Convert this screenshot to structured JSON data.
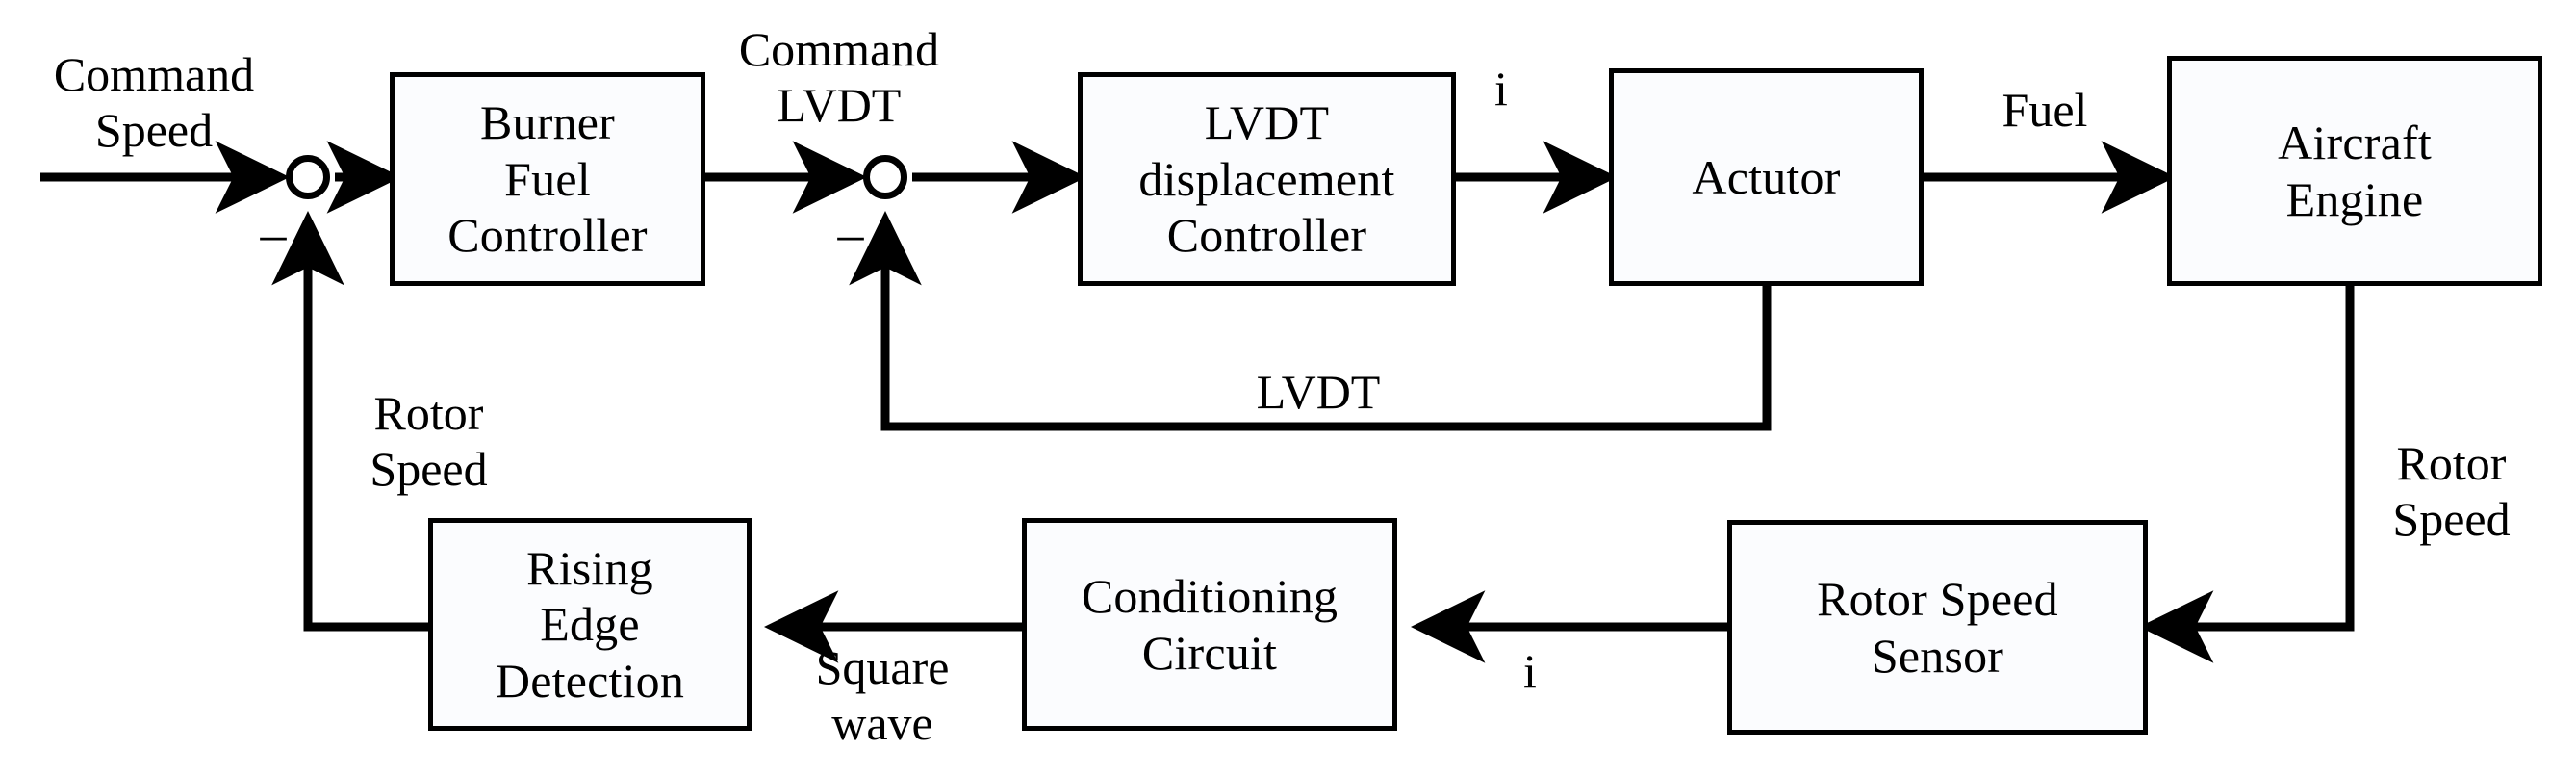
{
  "diagram": {
    "title": "Aircraft Engine Fuel Control System Block Diagram",
    "type": "control-system-block-diagram",
    "stroke_color": "#000000",
    "block_fill_color": "#fbfcfe",
    "background_color": "#ffffff"
  },
  "blocks": [
    {
      "id": "burner-fuel-controller",
      "lines": [
        "Burner",
        "Fuel",
        "Controller"
      ]
    },
    {
      "id": "lvdt-displacement-controller",
      "lines": [
        "LVDT",
        "displacement",
        "Controller"
      ]
    },
    {
      "id": "actutor",
      "lines": [
        "Actutor"
      ]
    },
    {
      "id": "aircraft-engine",
      "lines": [
        "Aircraft",
        "Engine"
      ]
    },
    {
      "id": "rotor-speed-sensor",
      "lines": [
        "Rotor Speed",
        "Sensor"
      ]
    },
    {
      "id": "conditioning-circuit",
      "lines": [
        "Conditioning",
        "Circuit"
      ]
    },
    {
      "id": "rising-edge-detection",
      "lines": [
        "Rising",
        "Edge",
        "Detection"
      ]
    }
  ],
  "signals": {
    "command_speed": "Command\nSpeed",
    "command_lvdt": "Command\nLVDT",
    "current_1": "i",
    "fuel": "Fuel",
    "lvdt_feedback": "LVDT",
    "rotor_speed_left": "Rotor\nSpeed",
    "rotor_speed_right": "Rotor\nSpeed",
    "square_wave": "Square\nwave",
    "current_2": "i"
  },
  "summing_junctions": [
    {
      "id": "sum-speed",
      "sign_feedback": "–"
    },
    {
      "id": "sum-lvdt",
      "sign_feedback": "–"
    }
  ]
}
